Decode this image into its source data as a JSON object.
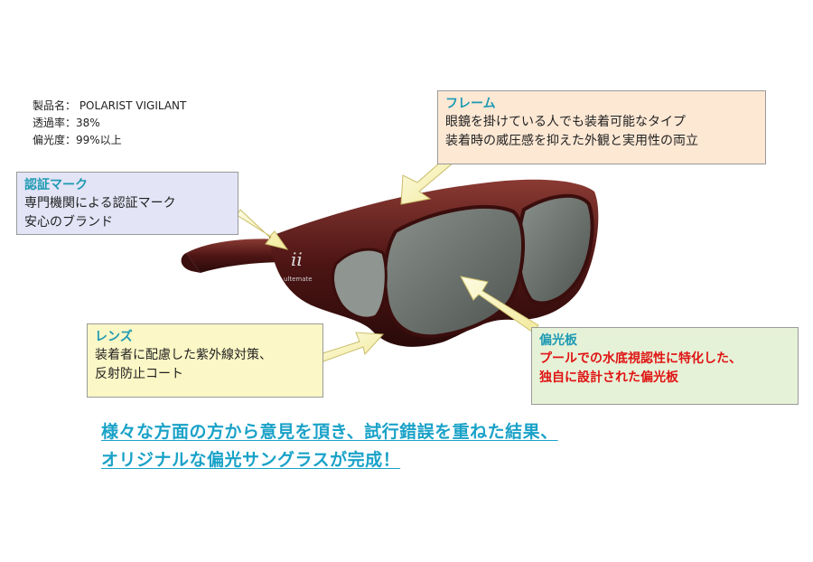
{
  "spec": {
    "product_name": "製品名： POLARIST VIGILANT",
    "transmittance": "透過率：38%",
    "polarization": "偏光度：99%以上"
  },
  "callouts": {
    "frame": {
      "title": "フレーム",
      "lines": [
        "眼鏡を掛けている人でも装着可能なタイプ",
        "装着時の威圧感を抑えた外観と実用性の両立"
      ]
    },
    "certification": {
      "title": "認証マーク",
      "lines": [
        "専門機関による認証マーク",
        "安心のブランド"
      ]
    },
    "lens": {
      "title": "レンズ",
      "lines": [
        "装着者に配慮した紫外線対策、",
        "反射防止コート"
      ]
    },
    "polarizer": {
      "title": "偏光板",
      "lines": [
        "プールでの水底視認性に特化した、",
        "独自に設計された偏光板"
      ]
    }
  },
  "product": {
    "logo_text": "ultemate"
  },
  "tagline": {
    "line1": "様々な方面の方から意見を頂き、試行錯誤を重ねた結果、",
    "line2": "オリジナルな偏光サングラスが完成！"
  },
  "colors": {
    "frame": "#5a1a18",
    "lens": "#6f7570",
    "title_accent": "#1e9ab3",
    "polarizer_text": "#e01414",
    "arrow": "#fbf7c6"
  }
}
